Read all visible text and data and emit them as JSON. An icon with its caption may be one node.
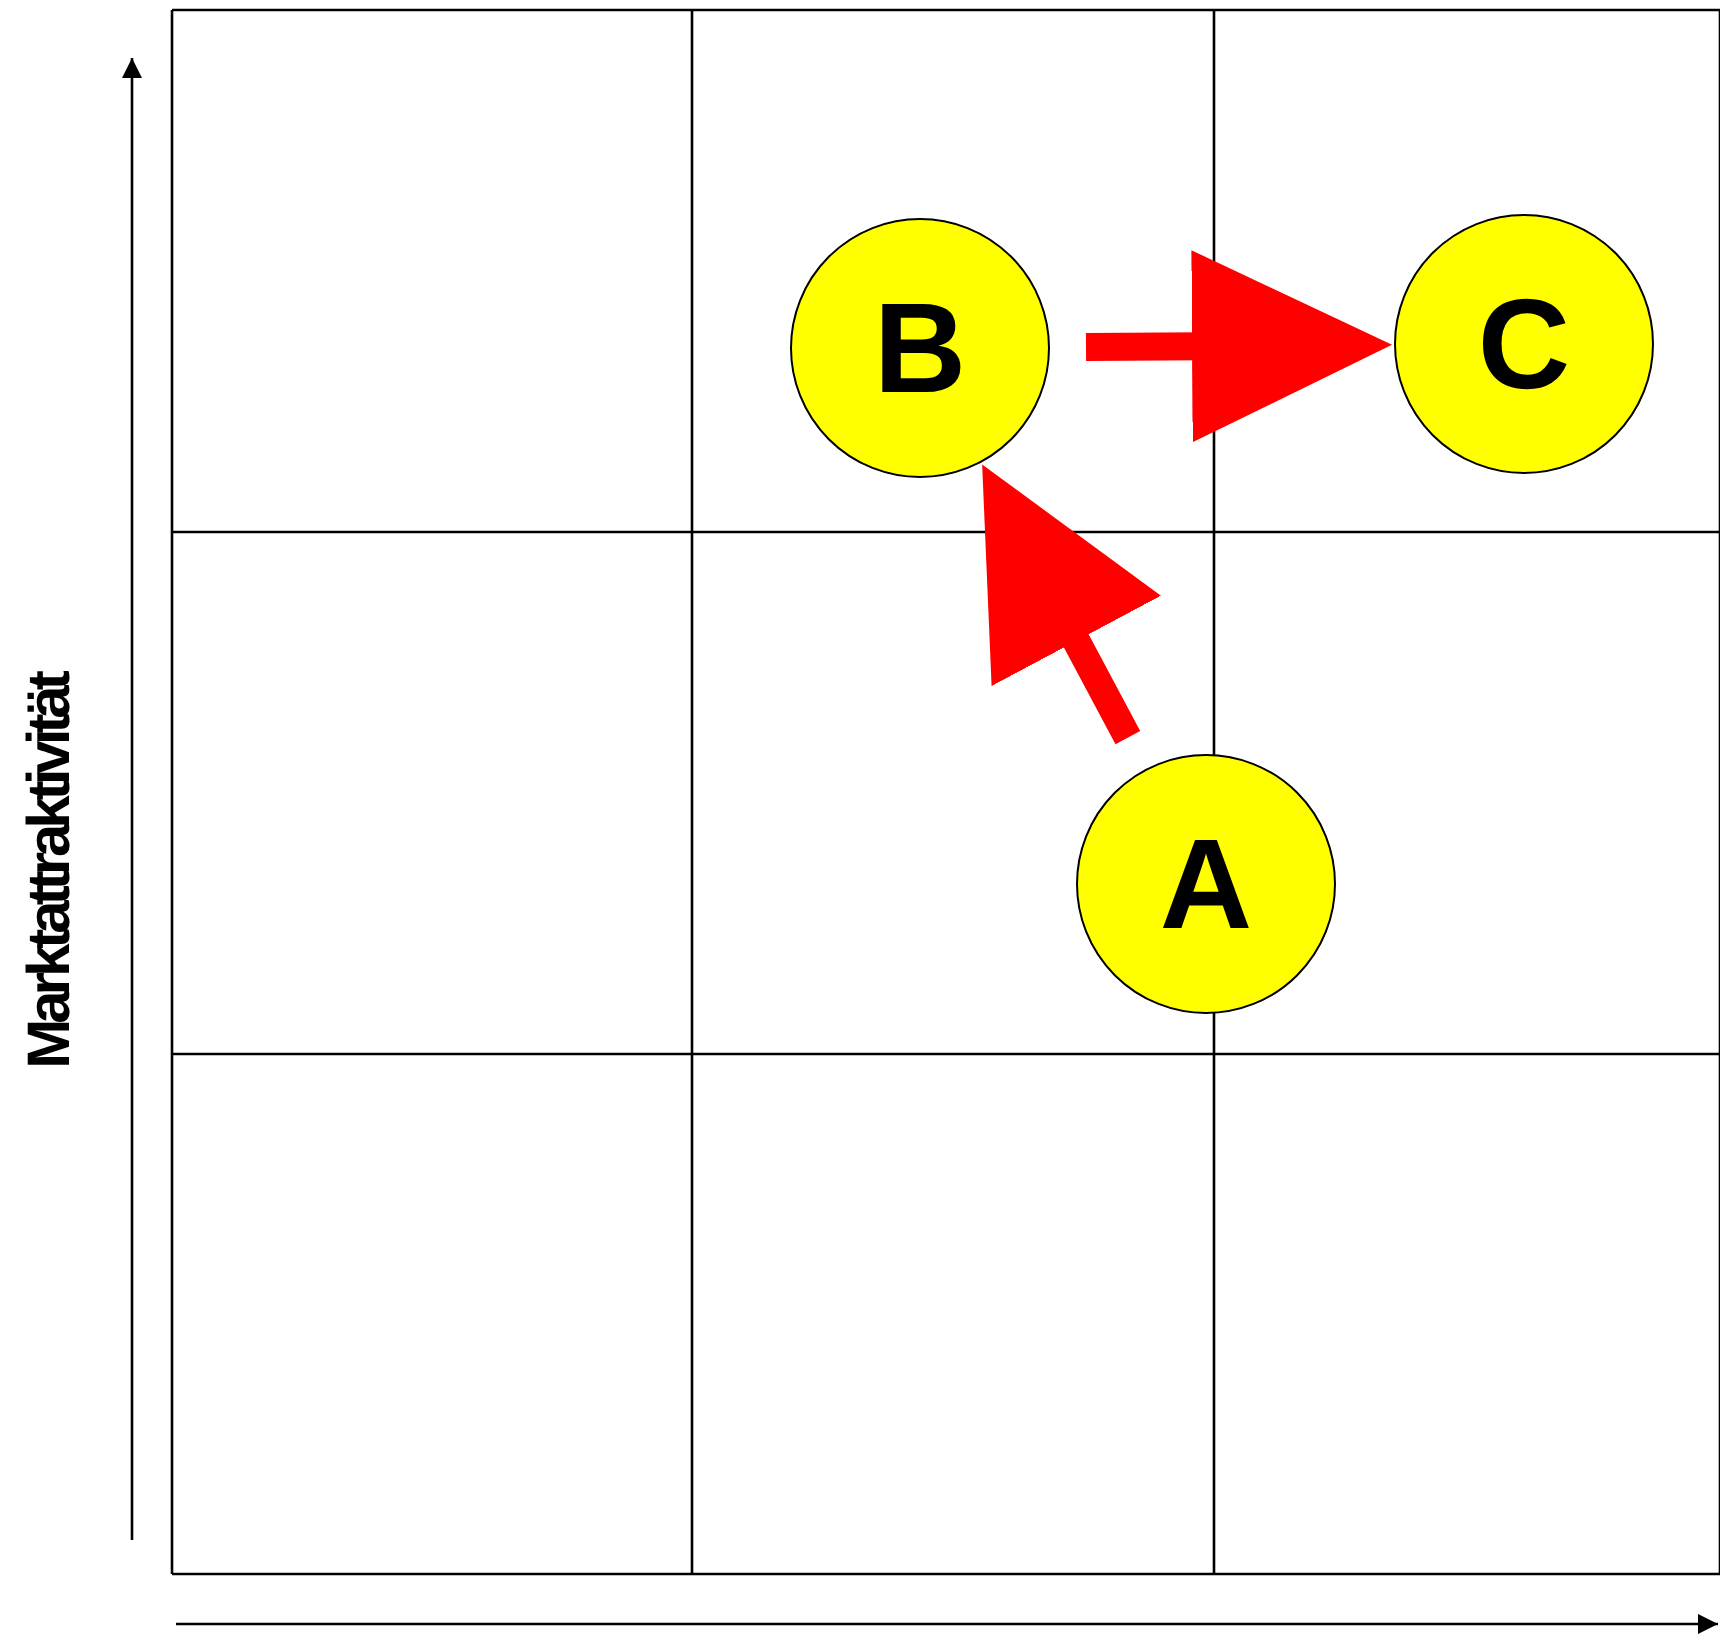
{
  "diagram": {
    "nodes": [
      {
        "text": [
          "B"
        ]
      },
      {
        "text": [
          "C"
        ]
      },
      {
        "text": [
          "A"
        ]
      }
    ],
    "edges": [
      {
        "from": 2,
        "to": 0,
        "arrow": "to"
      },
      {
        "from": 0,
        "to": 1,
        "arrow": "to"
      }
    ],
    "labels": [
      "Marktattraktivität"
    ]
  }
}
